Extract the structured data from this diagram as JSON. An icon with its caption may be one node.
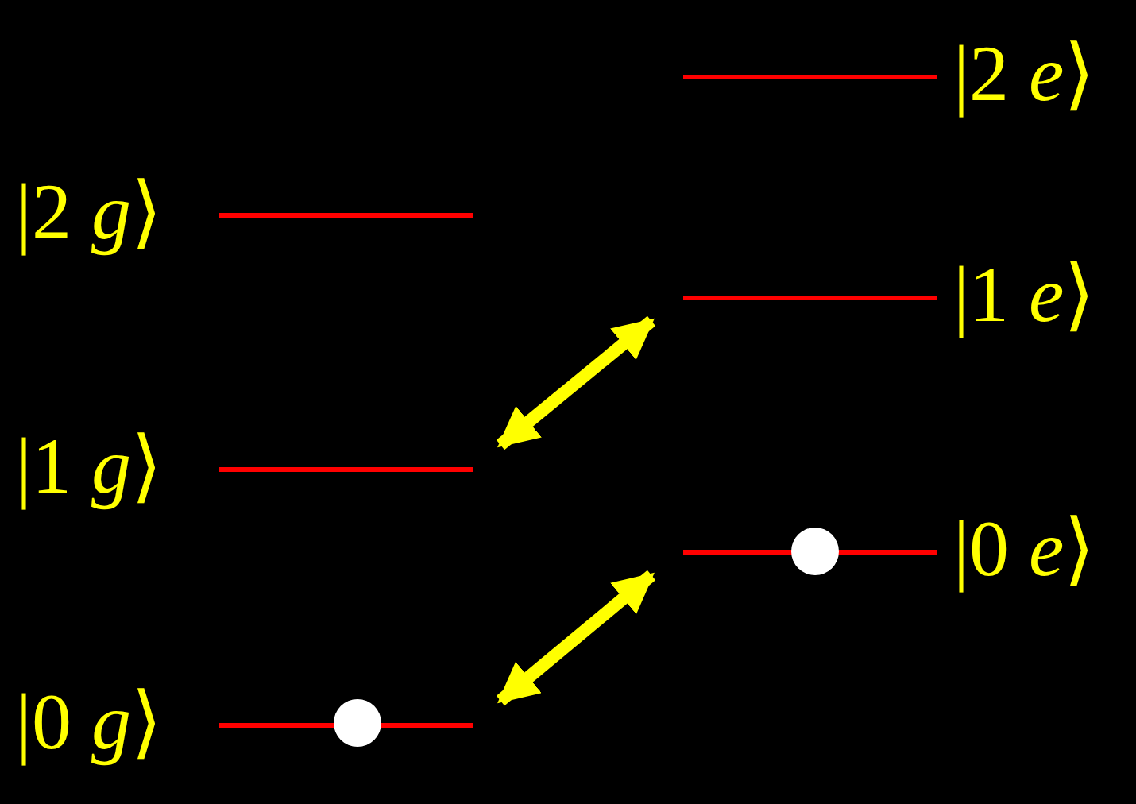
{
  "diagram": {
    "nodes": [
      {
        "text": [
          "|2 *e*⟩"
        ]
      },
      {
        "text": [
          "|2 *g*⟩"
        ]
      },
      {
        "text": [
          "|1 *e*⟩"
        ]
      },
      {
        "text": [
          "|1 *g*⟩"
        ]
      },
      {
        "text": [
          "|0 *e*⟩"
        ]
      },
      {
        "text": [],
        "shape": "circle"
      },
      {
        "text": [
          "|0 *g*⟩"
        ]
      },
      {
        "text": [],
        "shape": "circle"
      }
    ],
    "edges": [
      {
        "from": 3,
        "to": 2,
        "arrow": "both"
      },
      {
        "from": 6,
        "to": 4,
        "arrow": "both"
      }
    ]
  }
}
